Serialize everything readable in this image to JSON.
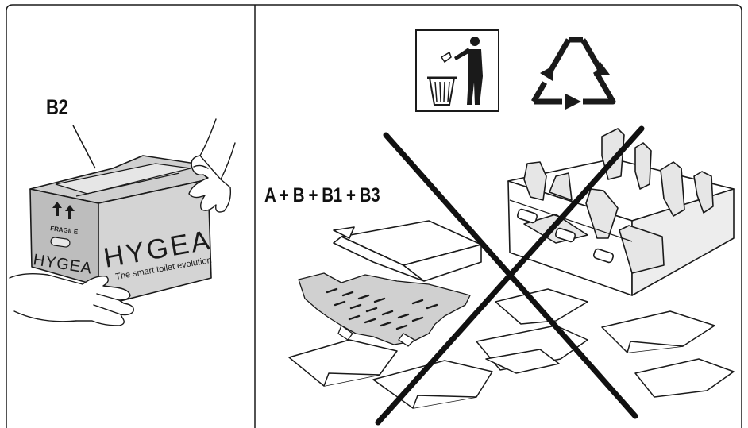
{
  "left_panel": {
    "label": "B2",
    "box_front": {
      "brand": "HYGEA",
      "tagline": "The smart toilet evolution"
    },
    "box_side": {
      "warning": "FRAGILE",
      "brand": "HYGEA"
    }
  },
  "right_panel": {
    "label": "A + B + B1 + B3",
    "symbols": [
      "litter-disposal-icon",
      "recycle-icon"
    ]
  },
  "colors": {
    "stroke": "#1a1a1a",
    "box_fill": "#d4d4d4",
    "box_fill_dark": "#bdbdbd",
    "background": "#ffffff"
  }
}
